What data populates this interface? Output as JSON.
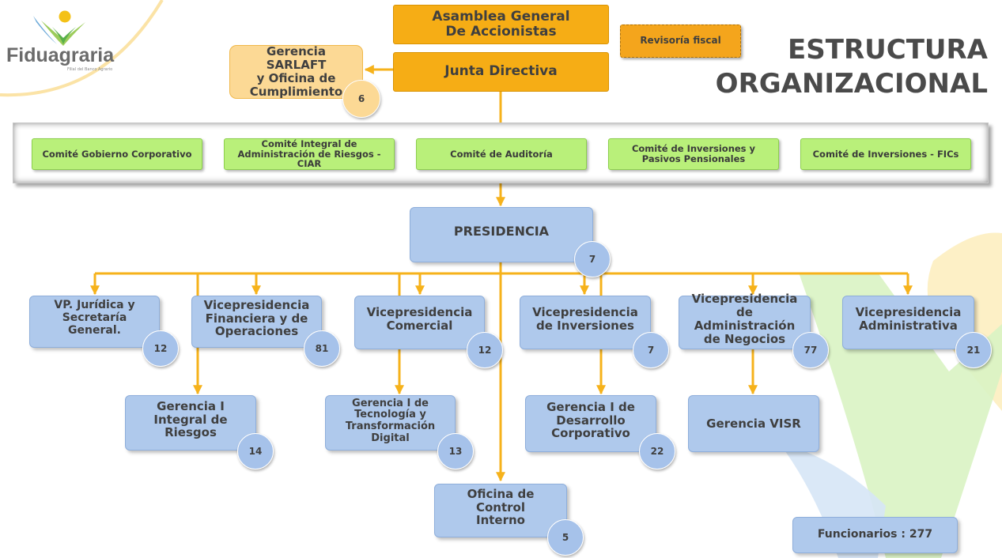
{
  "logo": {
    "name": "Fiduagraria",
    "tagline": "Filial del Banco Agrario"
  },
  "title": {
    "line1": "ESTRUCTURA",
    "line2": "ORGANIZACIONAL"
  },
  "top": {
    "asamblea": "Asamblea General\nDe Accionistas",
    "junta": "Junta Directiva",
    "revisoria": "Revisoría fiscal",
    "sarlaft": "Gerencia SARLAFT\ny Oficina de\nCumplimiento",
    "sarlaft_count": "6"
  },
  "committees": [
    "Comité Gobierno Corporativo",
    "Comité Integral de\nAdministración de Riesgos - CIAR",
    "Comité de Auditoría",
    "Comité de Inversiones y\nPasivos Pensionales",
    "Comité de Inversiones - FICs"
  ],
  "presidencia": {
    "label": "PRESIDENCIA",
    "count": "7"
  },
  "vps": [
    {
      "label": "VP. Jurídica y\nSecretaría\nGeneral.",
      "count": "12"
    },
    {
      "label": "Vicepresidencia\nFinanciera y de\nOperaciones",
      "count": "81"
    },
    {
      "label": "Vicepresidencia\nComercial",
      "count": "12"
    },
    {
      "label": "Vicepresidencia\nde Inversiones",
      "count": "7"
    },
    {
      "label": "Vicepresidencia\nde Administración\nde Negocios",
      "count": "77"
    },
    {
      "label": "Vicepresidencia\nAdministrativa",
      "count": "21"
    }
  ],
  "gerencias": [
    {
      "label": "Gerencia I\nIntegral de\nRiesgos",
      "count": "14"
    },
    {
      "label": "Gerencia I de\nTecnología y\nTransformación\nDigital",
      "count": "13"
    },
    {
      "label": "Gerencia I de\nDesarrollo\nCorporativo",
      "count": "22"
    },
    {
      "label": "Gerencia VISR"
    }
  ],
  "control": {
    "label": "Oficina de Control\nInterno",
    "count": "5"
  },
  "funcionarios": "Funcionarios : 277",
  "colors": {
    "connector": "#f6b21b",
    "orange": "#f6ad15",
    "green": "#b9f07a",
    "blue": "#afc9ec",
    "sarlaft": "#fcd995",
    "title": "#4a4a4a"
  }
}
